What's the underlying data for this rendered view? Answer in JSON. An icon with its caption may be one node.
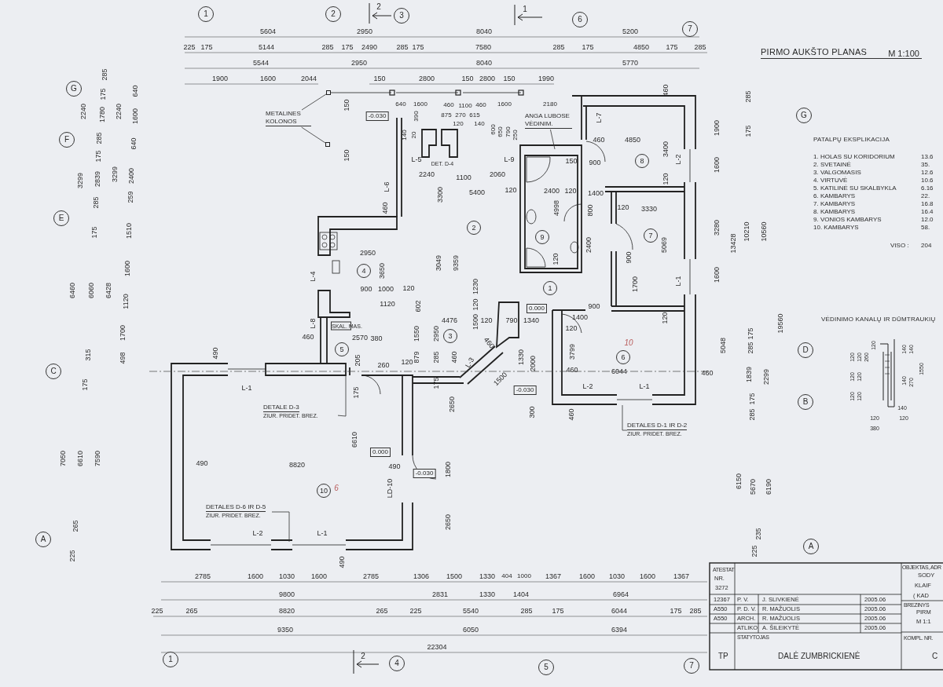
{
  "diagram": {
    "title": "PIRMO AUKŠTO PLANAS",
    "nodes": [
      {
        "text": [
          "1"
        ]
      },
      {
        "text": [
          "2"
        ]
      },
      {
        "text": [
          "3"
        ]
      },
      {
        "text": [
          "6"
        ]
      },
      {
        "text": [
          "7"
        ]
      },
      {
        "text": [
          "METALINES KOLONOS"
        ]
      },
      {
        "text": [],
        "shape": "box"
      },
      {
        "text": [],
        "shape": "box"
      },
      {
        "text": [
          "ANGA LUBOSE VĖDINIM."
        ]
      },
      {
        "text": [
          "G"
        ]
      },
      {
        "text": [
          "F"
        ]
      },
      {
        "text": [
          "8"
        ]
      },
      {
        "text": [
          "G"
        ]
      },
      {
        "text": [
          "2"
        ]
      },
      {
        "text": [
          "E"
        ]
      },
      {
        "text": [
          "9"
        ]
      },
      {
        "text": [
          "7"
        ]
      },
      {
        "text": [
          "4"
        ]
      },
      {
        "text": [
          "1"
        ]
      },
      {
        "text": [
          "3"
        ]
      },
      {
        "text": [
          "5"
        ]
      },
      {
        "text": [
          "6"
        ],
        "beside": [
          "10"
        ]
      },
      {
        "text": [
          "DETALE D-3",
          "ZIUR. PRIDET. BREZ."
        ]
      },
      {
        "text": [
          "C"
        ]
      },
      {
        "text": [
          "D"
        ]
      },
      {
        "text": [
          "B"
        ]
      },
      {
        "text": [
          "DETALES D-1 IR D-2",
          "ZIUR. PRIDET. BREZ."
        ]
      },
      {
        "text": [
          "10"
        ],
        "beside": [
          "6"
        ]
      },
      {
        "text": [
          "DETALES D-6 IR D-5",
          "ZIUR. PRIDET. BREZ."
        ]
      },
      {
        "text": [
          "A"
        ]
      },
      {
        "text": [
          "A"
        ]
      },
      {
        "text": [
          "1"
        ]
      },
      {
        "text": [
          "4"
        ]
      },
      {
        "text": [
          "5"
        ]
      },
      {
        "text": [
          "7"
        ]
      }
    ],
    "edges": [
      {
        "from": 5,
        "to": 6,
        "arrow": "none"
      },
      {
        "from": 5,
        "to": 7,
        "arrow": "none"
      },
      {
        "from": 8,
        "to": null,
        "arrow": "none"
      },
      {
        "from": 22,
        "to": null,
        "arrow": "none"
      },
      {
        "from": 26,
        "to": null,
        "arrow": "none"
      },
      {
        "from": 28,
        "to": null,
        "arrow": "none"
      }
    ],
    "labels": [
      "2",
      "1",
      "5604",
      "2950",
      "8040",
      "5200",
      "M 1:100",
      "225",
      "175",
      "5144",
      "285",
      "175",
      "2490",
      "285",
      "175",
      "7580",
      "285",
      "175",
      "4850",
      "175",
      "285",
      "5544",
      "2950",
      "8040",
      "5770",
      "1900",
      "1600",
      "2044",
      "150",
      "2800",
      "150",
      "2800",
      "150",
      "1990",
      "285",
      "175",
      "640",
      "2240",
      "1780",
      "2240",
      "1600",
      "285",
      "640",
      "175",
      "3299",
      "2839",
      "3299",
      "2400",
      "259",
      "285",
      "175",
      "1510",
      "1600",
      "6460",
      "6060",
      "6428",
      "1120",
      "1700",
      "315",
      "498",
      "175",
      "7050",
      "6610",
      "7590",
      "265",
      "225",
      "285",
      "1900",
      "175",
      "1600",
      "3280",
      "13428",
      "10210",
      "10560",
      "1600",
      "19560",
      "175",
      "5048",
      "285",
      "1839",
      "2299",
      "175",
      "285",
      "6150",
      "5670",
      "6190",
      "235",
      "225",
      "PATALPŲ EKSPLIKACIJA",
      "1. HOLAS SU KORIDORIUM",
      "13.6",
      "2. SVETAINĖ",
      "35.",
      "3. VALGOMASIS",
      "12.6",
      "4. VIRTUVĖ",
      "10.6",
      "5. KATILINĖ SU SKALBYKLA",
      "6.16",
      "6. KAMBARYS",
      "22.",
      "7. KAMBARYS",
      "16.8",
      "8. KAMBARYS",
      "16.4",
      "9. VONIOS KAMBARYS",
      "12.0",
      "10. KAMBARYS",
      "58.",
      "VISO :",
      "204",
      "VĖDINIMO KANALŲ IR DŪMTRAUKIŲ",
      "120",
      "120",
      "260",
      "120",
      "120",
      "120",
      "120",
      "120",
      "140",
      "140",
      "140",
      "270",
      "1550",
      "140",
      "120",
      "120",
      "380",
      "150",
      "-0.030",
      "150",
      "640",
      "1600",
      "460",
      "1100",
      "460",
      "1600",
      "2180",
      "460",
      "390",
      "875",
      "270",
      "615",
      "120",
      "140",
      "L-7",
      "140",
      "20",
      "600",
      "650",
      "790",
      "250",
      "460",
      "4850",
      "L-5",
      "DET. D-4",
      "L-9",
      "3400",
      "150",
      "900",
      "L-2",
      "2240",
      "1100",
      "2060",
      "120",
      "3300",
      "5400",
      "120",
      "2400",
      "120",
      "1400",
      "120",
      "3330",
      "4998",
      "800",
      "2400",
      "120",
      "900",
      "5069",
      "3049",
      "9359",
      "1700",
      "L-1",
      "120",
      "1230",
      "602",
      "120",
      "0.000",
      "1400",
      "900",
      "120",
      "1500",
      "4476",
      "120",
      "790",
      "1340",
      "120",
      "1550",
      "2950",
      "460",
      "879",
      "285",
      "460",
      "120",
      "L-3",
      "1330",
      "2000",
      "3799",
      "460",
      "6044",
      "460",
      "175",
      "1500",
      "-0.030",
      "L-2",
      "L-1",
      "2650",
      "300",
      "460",
      "L-6",
      "460",
      "2950",
      "3650",
      "L-4",
      "900",
      "1000",
      "1120",
      "L-8",
      "SKAL. MAS.",
      "460",
      "2570",
      "380",
      "205",
      "260",
      "490",
      "L-1",
      "175",
      "6610",
      "0.000",
      "490",
      "8820",
      "490",
      "-0.030",
      "1800",
      "LD-10",
      "2650",
      "L-2",
      "L-1",
      "490",
      "2785",
      "1600",
      "1030",
      "1600",
      "2785",
      "1306",
      "1500",
      "1330",
      "404",
      "1000",
      "1367",
      "1600",
      "1030",
      "1600",
      "1367",
      "9800",
      "2831",
      "1330",
      "1404",
      "6964",
      "225",
      "265",
      "8820",
      "265",
      "225",
      "5540",
      "285",
      "175",
      "6044",
      "175",
      "285",
      "9350",
      "6050",
      "6394",
      "22304",
      "2",
      "ATESTAT",
      "NR.",
      "3272",
      "12367",
      "P. V.",
      "J. SLIVKIENĖ",
      "2005.06",
      "A550",
      "P. D. V.",
      "R. MAŽUOLIS",
      "2005.06",
      "A550",
      "ARCH.",
      "R. MAŽUOLIS",
      "2005.06",
      "ATLIKO",
      "A. ŠILEIKYTĖ",
      "2005.06",
      "STATYTOJAS",
      "TP",
      "DALĖ ZUMBRICKIENĖ",
      "OBJEKTAS, ADR",
      "SODY",
      "KLAIF",
      "( KAD",
      "BREZINYS",
      "PIRM",
      "M 1:1",
      "KOMPL. NR.",
      "C"
    ]
  }
}
